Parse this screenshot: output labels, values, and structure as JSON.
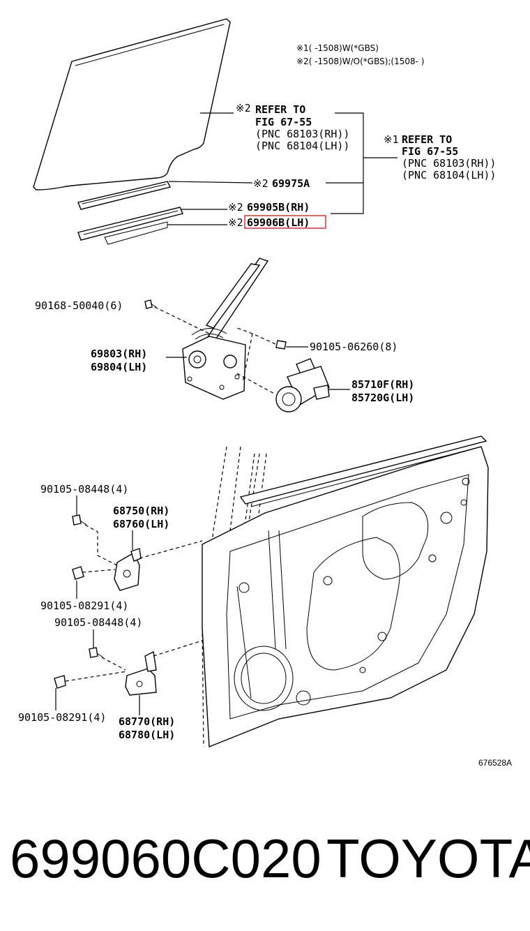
{
  "notes": {
    "note1": "※1(      -1508)W(*GBS)",
    "note2": "※2(      -1508)W/O(*GBS);(1508-      )"
  },
  "refs": {
    "ref2": {
      "mark": "※2",
      "l1": "REFER TO",
      "l2": "FIG 67-55",
      "l3": "(PNC 68103(RH))",
      "l4": "(PNC 68104(LH))"
    },
    "ref1": {
      "mark": "※1",
      "l1": "REFER TO",
      "l2": "FIG 67-55",
      "l3": "(PNC 68103(RH))",
      "l4": "(PNC 68104(LH))"
    }
  },
  "callouts": {
    "c69975A": {
      "mark": "※2",
      "text": "69975A"
    },
    "c69905B": {
      "mark": "※2",
      "text": "69905B(RH)"
    },
    "c69906B": {
      "mark": "※2",
      "text": "69906B(LH)"
    },
    "c90168": "90168-50040(6)",
    "c69803": "69803(RH)",
    "c69804": "69804(LH)",
    "c90105_06260": "90105-06260(8)",
    "c85710F": "85710F(RH)",
    "c85720G": "85720G(LH)",
    "c90105_08448a": "90105-08448(4)",
    "c68750": "68750(RH)",
    "c68760": "68760(LH)",
    "c90105_08291a": "90105-08291(4)",
    "c90105_08448b": "90105-08448(4)",
    "c90105_08291b": "90105-08291(4)",
    "c68770": "68770(RH)",
    "c68780": "68780(LH)"
  },
  "figure_code": "676528A",
  "footer": {
    "part_number": "699060C020",
    "brand": "TOYOTA"
  },
  "highlight_color": "#e0312f"
}
